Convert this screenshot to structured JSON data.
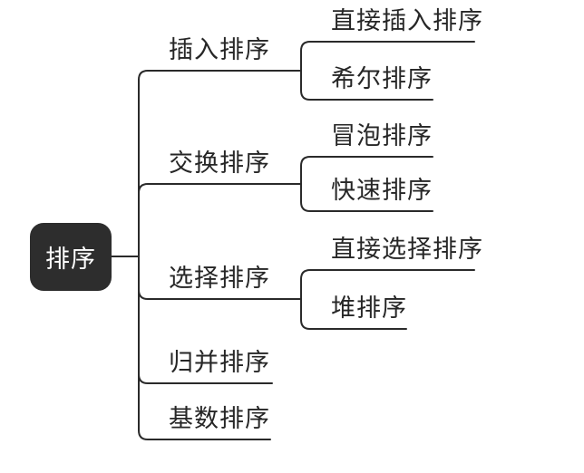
{
  "diagram": {
    "type": "mindmap",
    "title_node": "排序",
    "root": {
      "label": "排序"
    },
    "branches": [
      {
        "label": "插入排序",
        "children": [
          {
            "label": "直接插入排序"
          },
          {
            "label": "希尔排序"
          }
        ]
      },
      {
        "label": "交换排序",
        "children": [
          {
            "label": "冒泡排序"
          },
          {
            "label": "快速排序"
          }
        ]
      },
      {
        "label": "选择排序",
        "children": [
          {
            "label": "直接选择排序"
          },
          {
            "label": "堆排序"
          }
        ]
      },
      {
        "label": "归并排序",
        "children": []
      },
      {
        "label": "基数排序",
        "children": []
      }
    ],
    "colors": {
      "background": "#ffffff",
      "line": "#2a2a2a",
      "text": "#262626",
      "root_background": "#2d2d2d",
      "root_text": "#ffffff"
    }
  }
}
